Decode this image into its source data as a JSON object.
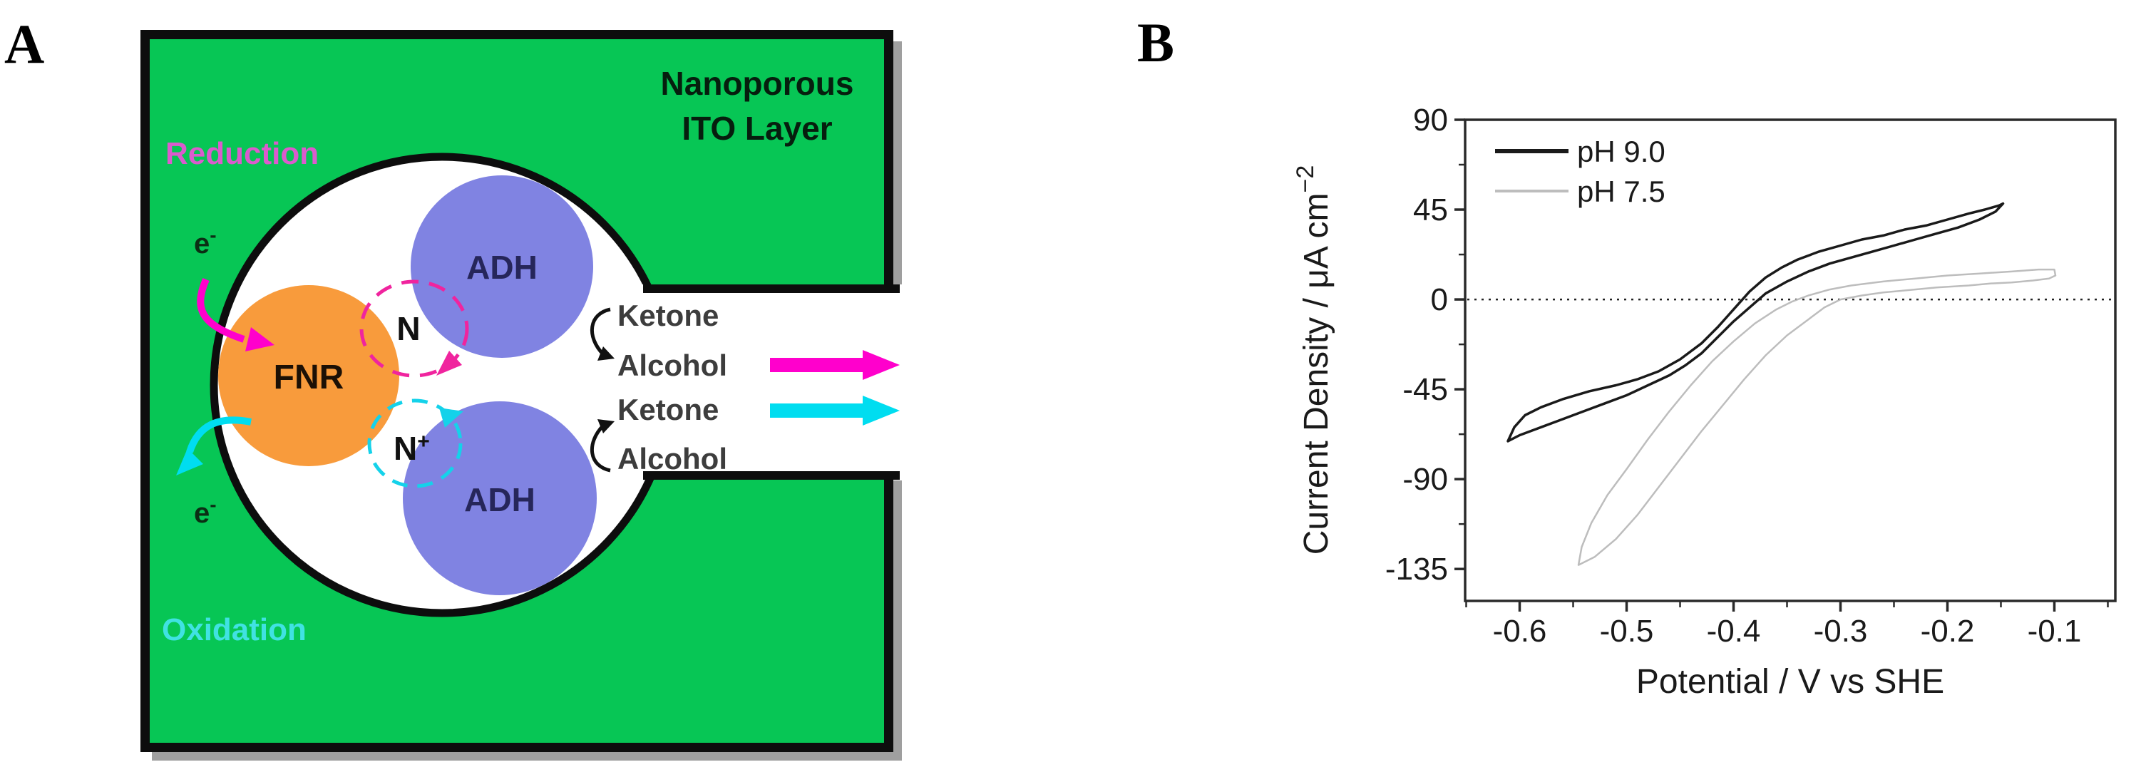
{
  "panel_a": {
    "label": "A",
    "background_label": {
      "line1": "Nanoporous",
      "line2": "ITO Layer"
    },
    "region_labels": {
      "reduction": "Reduction",
      "oxidation": "Oxidation"
    },
    "enzymes": {
      "fnr": "FNR",
      "adh_top": "ADH",
      "adh_bottom": "ADH"
    },
    "mediator": {
      "reduced": "N",
      "oxidized_base": "N",
      "oxidized_sup": "+"
    },
    "electron": {
      "base": "e",
      "sup": "-"
    },
    "reactions": {
      "ketone1": "Ketone",
      "alcohol1": "Alcohol",
      "ketone2": "Ketone",
      "alcohol2": "Alcohol"
    },
    "colors": {
      "ito_green": "#07c655",
      "pore_white": "#ffffff",
      "outline_black": "#0d0d0d",
      "fnr_orange": "#f89b3c",
      "adh_purple": "#8083e2",
      "adh_text": "#26265a",
      "reduction_magenta": "#db5bcd",
      "arrow_magenta": "#ff00cc",
      "cycle_magenta": "#f0249e",
      "oxidation_cyan": "#40e2e2",
      "arrow_cyan": "#00ddf0",
      "cycle_cyan": "#14d2ea",
      "reaction_text": "#3d3d3d",
      "shadow_gray": "#9f9f9f"
    }
  },
  "panel_b": {
    "label": "B"
  },
  "chart_data": {
    "type": "line",
    "title": "",
    "xlabel": "Potential / V vs SHE",
    "ylabel": "Current Density / μA cm⁻²",
    "ylabel_main": "Current Density / μA cm",
    "ylabel_sup": "−2",
    "xlim": [
      -0.651,
      -0.043
    ],
    "ylim": [
      -151,
      90
    ],
    "x_major_ticks": [
      -0.6,
      -0.5,
      -0.4,
      -0.3,
      -0.2,
      -0.1
    ],
    "x_tick_labels": [
      "-0.6",
      "-0.5",
      "-0.4",
      "-0.3",
      "-0.2",
      "-0.1"
    ],
    "x_minor_step": 0.05,
    "y_major_ticks": [
      90,
      45,
      0,
      -45,
      -90,
      -135
    ],
    "y_tick_labels": [
      "90",
      "45",
      "0",
      "-45",
      "-90",
      "-135"
    ],
    "y_minor_step": 22.5,
    "grid": false,
    "zero_line_dotted": true,
    "legend_position": "top-left",
    "axis_color": "#2a2a2a",
    "series": [
      {
        "name": "pH 9.0",
        "color": "#1a1a1a",
        "width": 3.5,
        "points": [
          [
            -0.148,
            48
          ],
          [
            -0.155,
            44
          ],
          [
            -0.17,
            40
          ],
          [
            -0.19,
            36
          ],
          [
            -0.21,
            33
          ],
          [
            -0.23,
            30
          ],
          [
            -0.25,
            27
          ],
          [
            -0.27,
            24
          ],
          [
            -0.29,
            21
          ],
          [
            -0.31,
            18
          ],
          [
            -0.33,
            14
          ],
          [
            -0.35,
            9
          ],
          [
            -0.37,
            3
          ],
          [
            -0.385,
            -4
          ],
          [
            -0.4,
            -11
          ],
          [
            -0.415,
            -19
          ],
          [
            -0.43,
            -27
          ],
          [
            -0.445,
            -33
          ],
          [
            -0.46,
            -38
          ],
          [
            -0.48,
            -43
          ],
          [
            -0.5,
            -48
          ],
          [
            -0.52,
            -52
          ],
          [
            -0.54,
            -56
          ],
          [
            -0.56,
            -60
          ],
          [
            -0.58,
            -64
          ],
          [
            -0.6,
            -68
          ],
          [
            -0.611,
            -71
          ],
          [
            -0.605,
            -64
          ],
          [
            -0.595,
            -58
          ],
          [
            -0.58,
            -54
          ],
          [
            -0.56,
            -50
          ],
          [
            -0.535,
            -46
          ],
          [
            -0.51,
            -43
          ],
          [
            -0.49,
            -40
          ],
          [
            -0.47,
            -36
          ],
          [
            -0.45,
            -30
          ],
          [
            -0.43,
            -22
          ],
          [
            -0.415,
            -14
          ],
          [
            -0.405,
            -8
          ],
          [
            -0.395,
            -2
          ],
          [
            -0.385,
            4
          ],
          [
            -0.37,
            11
          ],
          [
            -0.355,
            16
          ],
          [
            -0.34,
            20
          ],
          [
            -0.32,
            24
          ],
          [
            -0.3,
            27
          ],
          [
            -0.28,
            30
          ],
          [
            -0.26,
            32
          ],
          [
            -0.24,
            35
          ],
          [
            -0.22,
            37
          ],
          [
            -0.2,
            40
          ],
          [
            -0.18,
            43
          ],
          [
            -0.165,
            45
          ],
          [
            -0.152,
            47
          ],
          [
            -0.148,
            48
          ]
        ]
      },
      {
        "name": "pH 7.5",
        "color": "#bdbdbd",
        "width": 2.5,
        "points": [
          [
            -0.099,
            12
          ],
          [
            -0.105,
            10.5
          ],
          [
            -0.12,
            9.5
          ],
          [
            -0.14,
            8.5
          ],
          [
            -0.16,
            8
          ],
          [
            -0.18,
            7
          ],
          [
            -0.21,
            6
          ],
          [
            -0.24,
            4.5
          ],
          [
            -0.26,
            3.5
          ],
          [
            -0.28,
            2
          ],
          [
            -0.3,
            0
          ],
          [
            -0.315,
            -4
          ],
          [
            -0.33,
            -10
          ],
          [
            -0.35,
            -18
          ],
          [
            -0.37,
            -28
          ],
          [
            -0.39,
            -40
          ],
          [
            -0.41,
            -53
          ],
          [
            -0.43,
            -66
          ],
          [
            -0.45,
            -80
          ],
          [
            -0.47,
            -94
          ],
          [
            -0.49,
            -108
          ],
          [
            -0.51,
            -120
          ],
          [
            -0.53,
            -129
          ],
          [
            -0.545,
            -133
          ],
          [
            -0.542,
            -124
          ],
          [
            -0.533,
            -112
          ],
          [
            -0.518,
            -98
          ],
          [
            -0.5,
            -85
          ],
          [
            -0.48,
            -70
          ],
          [
            -0.46,
            -56
          ],
          [
            -0.44,
            -43
          ],
          [
            -0.42,
            -31
          ],
          [
            -0.4,
            -21
          ],
          [
            -0.38,
            -12
          ],
          [
            -0.36,
            -5
          ],
          [
            -0.345,
            -1
          ],
          [
            -0.33,
            2
          ],
          [
            -0.31,
            5
          ],
          [
            -0.29,
            7
          ],
          [
            -0.26,
            9
          ],
          [
            -0.23,
            10.5
          ],
          [
            -0.2,
            12
          ],
          [
            -0.17,
            13
          ],
          [
            -0.14,
            14
          ],
          [
            -0.115,
            15
          ],
          [
            -0.1,
            15
          ],
          [
            -0.099,
            12
          ]
        ]
      }
    ]
  }
}
